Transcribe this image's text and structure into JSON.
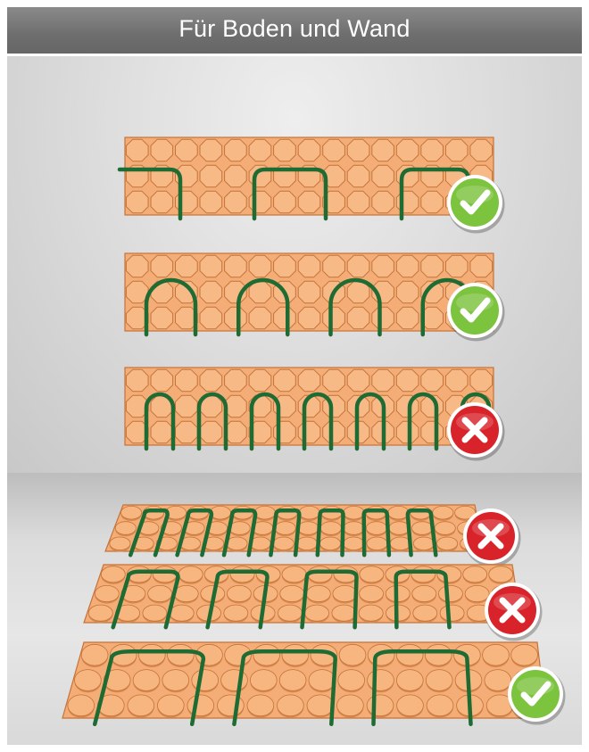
{
  "header": {
    "title": "Für Boden und Wand"
  },
  "colors": {
    "mat": "#f4ad76",
    "mat_edge": "#c4733a",
    "cable": "#1e6b34",
    "ok_green": "#7cc33e",
    "bad_red": "#d8232a"
  },
  "rows": [
    {
      "layout": "flat",
      "loops": 3,
      "verdict": "correct",
      "icon": "check-icon"
    },
    {
      "layout": "flat",
      "loops": 4,
      "verdict": "correct",
      "icon": "check-icon"
    },
    {
      "layout": "flat",
      "loops": 7,
      "verdict": "wrong",
      "icon": "cross-icon"
    },
    {
      "layout": "perspective",
      "loops": 7,
      "verdict": "wrong",
      "icon": "cross-icon"
    },
    {
      "layout": "perspective",
      "loops": 4,
      "verdict": "wrong",
      "icon": "cross-icon"
    },
    {
      "layout": "perspective",
      "loops": 3,
      "verdict": "correct",
      "icon": "check-icon"
    }
  ]
}
